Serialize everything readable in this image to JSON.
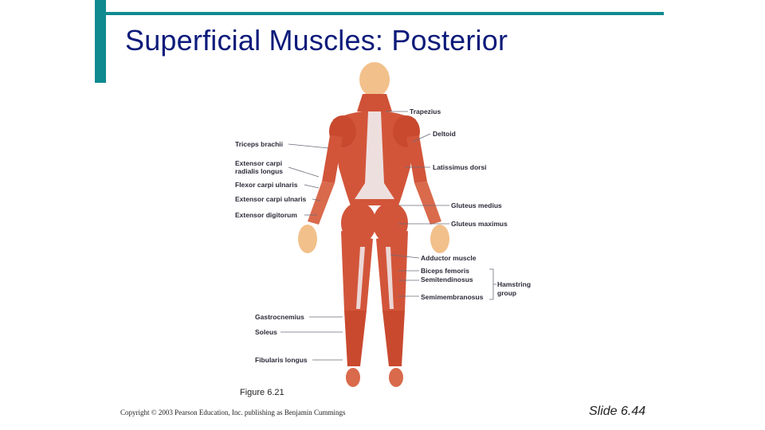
{
  "title": "Superficial Muscles: Posterior",
  "figure": {
    "caption": "Figure 6.21",
    "labels_left": {
      "triceps": "Triceps brachii",
      "ecr_line1": "Extensor carpi",
      "ecr_line2": "radialis longus",
      "fcu": "Flexor carpi ulnaris",
      "ecu": "Extensor carpi ulnaris",
      "ed": "Extensor digitorum",
      "gastro": "Gastrocnemius",
      "soleus": "Soleus",
      "fibularis": "Fibularis longus"
    },
    "labels_right": {
      "trapezius": "Trapezius",
      "deltoid": "Deltoid",
      "latissimus": "Latissimus dorsi",
      "gmed": "Gluteus medius",
      "gmax": "Gluteus maximus",
      "adductor": "Adductor muscle",
      "biceps_femoris": "Biceps femoris",
      "semitendinosus": "Semitendinosus",
      "semimembranosus": "Semimembranosus",
      "hamstring_line1": "Hamstring",
      "hamstring_line2": "group"
    }
  },
  "footer": {
    "copyright": "Copyright © 2003 Pearson Education, Inc. publishing as Benjamin Cummings",
    "slide_number": "Slide 6.44"
  },
  "colors": {
    "accent": "#0f8a8f",
    "title": "#0d1b7a",
    "muscle": "#d2553a",
    "skin": "#f2c08a",
    "tendon": "#f1eef2"
  }
}
